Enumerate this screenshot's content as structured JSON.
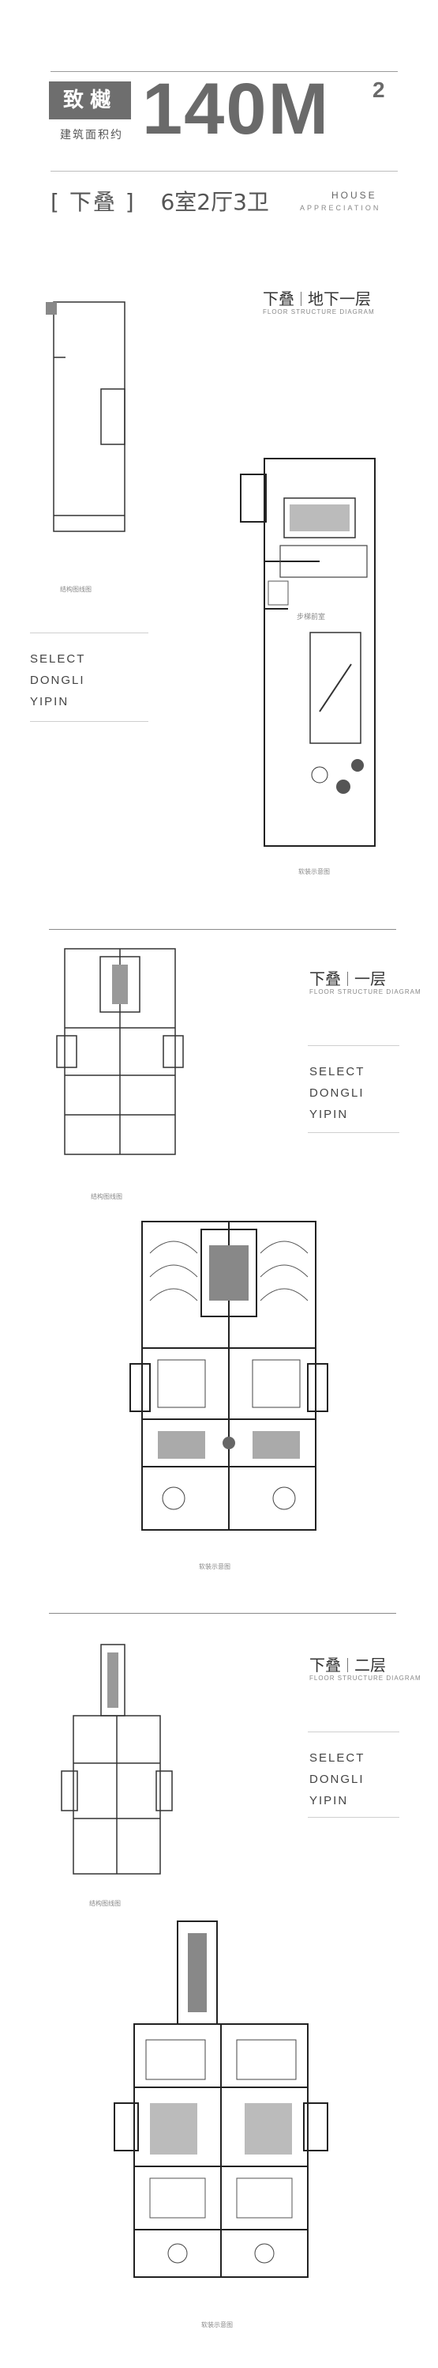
{
  "header": {
    "product_name": "致樾",
    "area_label": "建筑面积约",
    "area_value": "140M",
    "area_unit_sup": "2",
    "house_type": "[ 下叠 ]",
    "room_layout": "6室2厅3卫",
    "house_en": "HOUSE",
    "appreciation_en": "APPRECIATION"
  },
  "basement": {
    "title_a": "下叠",
    "title_b": "地下一层",
    "subtitle": "FLOOR STRUCTURE DIAGRAM",
    "structure_caption": "结构图线图",
    "furnished_caption": "软装示意图",
    "room_label": "步梯前室",
    "select_lines": [
      "SELECT",
      "DONGLI",
      "YIPIN"
    ]
  },
  "floor1": {
    "title_a": "下叠",
    "title_b": "一层",
    "subtitle": "FLOOR STRUCTURE DIAGRAM",
    "select_lines": [
      "SELECT",
      "DONGLI",
      "YIPIN"
    ],
    "structure_caption": "结构图线图",
    "furnished_caption": "软装示意图"
  },
  "floor2": {
    "title_a": "下叠",
    "title_b": "二层",
    "subtitle": "FLOOR STRUCTURE DIAGRAM",
    "select_lines": [
      "SELECT",
      "DONGLI",
      "YIPIN"
    ],
    "structure_caption": "结构图线图",
    "furnished_caption": "软装示意图"
  }
}
